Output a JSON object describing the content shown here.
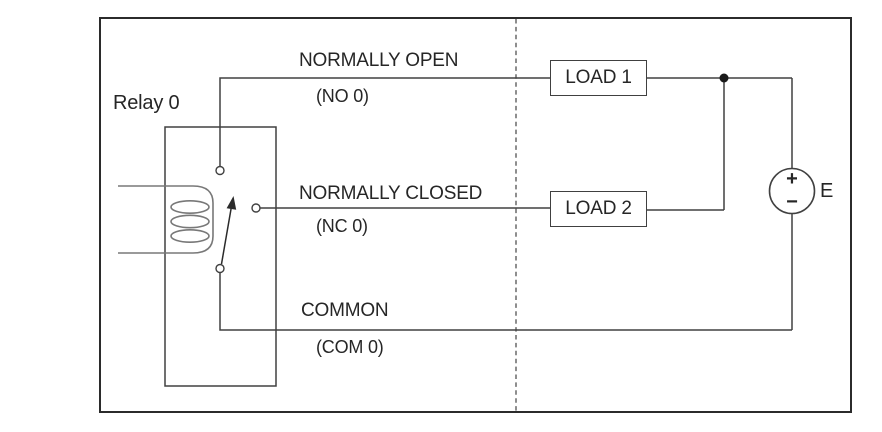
{
  "diagram": {
    "relay_label": "Relay 0",
    "contacts": {
      "no": {
        "name": "NORMALLY OPEN",
        "code": "(NO 0)"
      },
      "nc": {
        "name": "NORMALLY CLOSED",
        "code": "(NC 0)"
      },
      "com": {
        "name": "COMMON",
        "code": "(COM 0)"
      }
    },
    "loads": {
      "load1": "LOAD 1",
      "load2": "LOAD 2"
    },
    "source": {
      "label": "E",
      "plus": "+",
      "minus": "−"
    },
    "colors": {
      "wire": "#404040",
      "coil": "#787878",
      "outer_border": "#2b2b2b",
      "dashed_divider": "#7a7a7a",
      "text": "#262626",
      "background": "#ffffff"
    }
  }
}
